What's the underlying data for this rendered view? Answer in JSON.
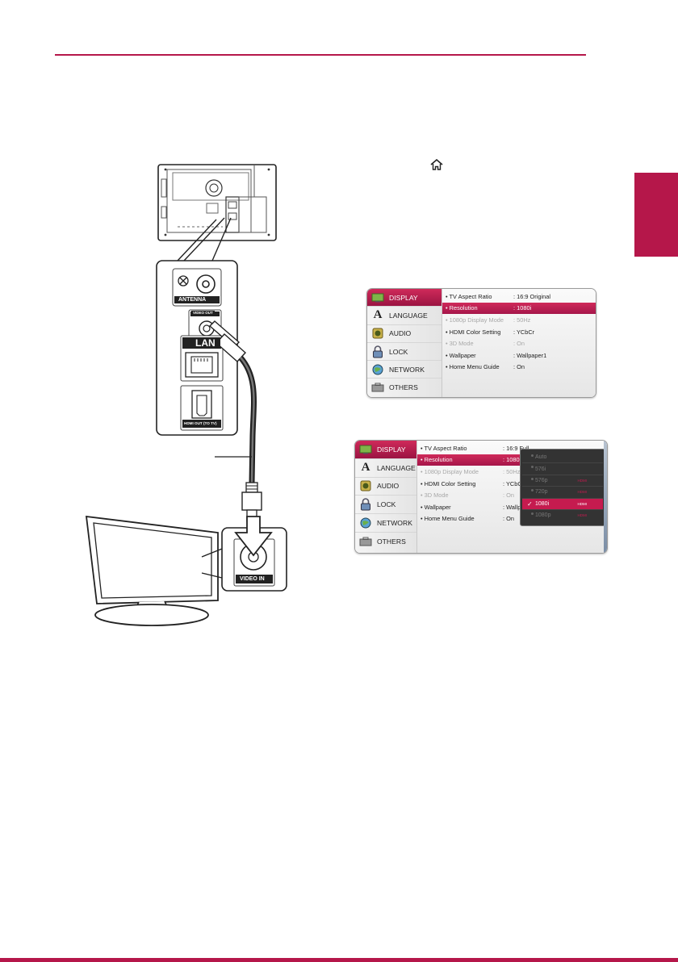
{
  "colors": {
    "accent": "#b5174a",
    "menu_selected": "#c51b4f"
  },
  "diagram": {
    "panel_labels": {
      "antenna": "ANTENNA",
      "video_out": "VIDEO OUT",
      "lan": "LAN",
      "hdmi_out": "HDMI OUT (TO TV)",
      "video_in": "VIDEO IN"
    }
  },
  "setup_menu_1": {
    "sidebar": [
      "DISPLAY",
      "LANGUAGE",
      "AUDIO",
      "LOCK",
      "NETWORK",
      "OTHERS"
    ],
    "selected_sidebar": "DISPLAY",
    "settings": [
      {
        "label": "• TV Aspect Ratio",
        "value": ": 16:9 Original"
      },
      {
        "label": "• Resolution",
        "value": ": 1080i"
      },
      {
        "label": "• 1080p Display Mode",
        "value": ": 50Hz"
      },
      {
        "label": "• HDMI Color Setting",
        "value": ": YCbCr"
      },
      {
        "label": "• 3D Mode",
        "value": ": On"
      },
      {
        "label": "• Wallpaper",
        "value": ": Wallpaper1"
      },
      {
        "label": "• Home Menu Guide",
        "value": ": On"
      }
    ]
  },
  "setup_menu_2": {
    "sidebar": [
      "DISPLAY",
      "LANGUAGE",
      "AUDIO",
      "LOCK",
      "NETWORK",
      "OTHERS"
    ],
    "selected_sidebar": "DISPLAY",
    "settings": [
      {
        "label": "• TV Aspect Ratio",
        "value": ": 16:9 Full"
      },
      {
        "label": "• Resolution",
        "value": ": 1080i"
      },
      {
        "label": "• 1080p Display Mode",
        "value": ": 50Hz"
      },
      {
        "label": "• HDMI Color Setting",
        "value": ": YCbCr"
      },
      {
        "label": "• 3D Mode",
        "value": ": On"
      },
      {
        "label": "• Wallpaper",
        "value": ": Wallpaper1"
      },
      {
        "label": "• Home Menu Guide",
        "value": ": On"
      }
    ],
    "resolution_options": [
      {
        "label": "Auto",
        "tag": ""
      },
      {
        "label": "576i",
        "tag": ""
      },
      {
        "label": "576p",
        "tag": "HDMI"
      },
      {
        "label": "720p",
        "tag": "HDMI"
      },
      {
        "label": "1080i",
        "tag": "HDMI"
      },
      {
        "label": "1080p",
        "tag": "HDMI"
      }
    ],
    "selected_option": "1080i"
  }
}
